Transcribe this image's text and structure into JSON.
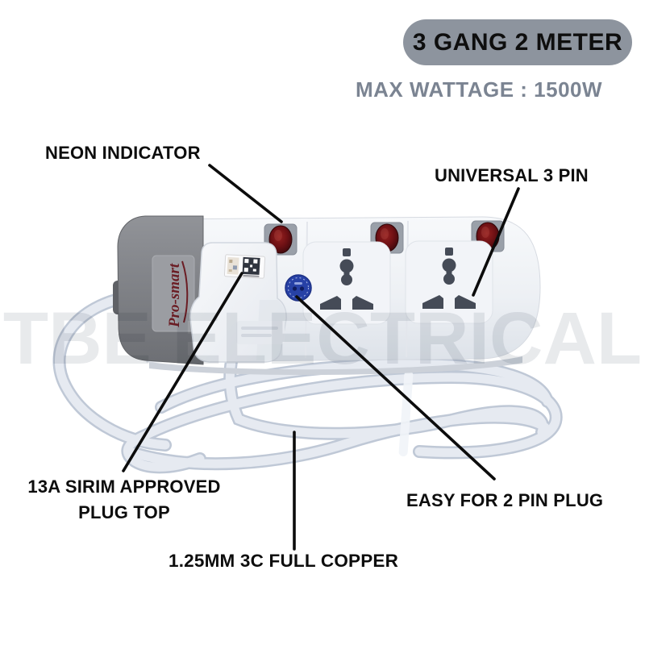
{
  "header": {
    "badge": "3 GANG 2 METER",
    "subtitle": "MAX WATTAGE : 1500W"
  },
  "annotations": {
    "neon": "NEON INDICATOR",
    "universal": "UNIVERSAL 3 PIN",
    "sirim_line1": "13A SIRIM APPROVED",
    "sirim_line2": "PLUG TOP",
    "two_pin": "EASY FOR 2 PIN PLUG",
    "copper": "1.25MM 3C FULL COPPER"
  },
  "watermark": "TBE ELECTRICAL",
  "product": {
    "brand": "Pro-smart",
    "socket_count": 3,
    "neon_indicator_count": 3,
    "colors": {
      "badge_bg": "#8d949e",
      "subtitle_text": "#7b8492",
      "annotation_text": "#0d0d0d",
      "strip_body": "#eef1f5",
      "end_cap": "#83858a",
      "neon_red": "#7c1418",
      "brand_text": "#6b1d24",
      "sirim_sticker_blue": "#2741a6",
      "cable": "#e6eaf1"
    }
  }
}
